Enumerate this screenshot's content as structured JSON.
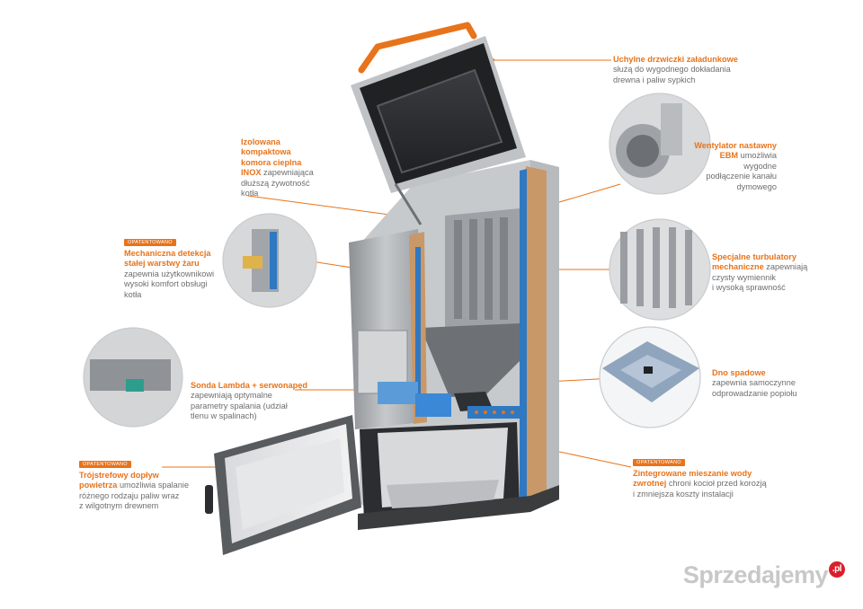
{
  "callouts": {
    "door": {
      "title": "Uchylne drzwiczki załadunkowe",
      "lines": [
        "służą do wygodnego dokładania",
        "drewna i paliw sypkich"
      ]
    },
    "fan": {
      "title_lines": [
        "Wentylator nastawny"
      ],
      "hl": "EBM",
      "rest_lines": [
        "umożliwia wygodne",
        "podłączenie kanału",
        "dymowego"
      ]
    },
    "turb": {
      "title_lines": [
        "Specjalne turbulatory"
      ],
      "hl": "mechaniczne",
      "rest_lines": [
        "zapewniają",
        "czysty wymiennik",
        "i wysoką sprawność"
      ]
    },
    "bottom": {
      "title": "Dno spadowe",
      "lines": [
        "zapewnia samoczynne",
        "odprowadzanie popiołu"
      ]
    },
    "mix": {
      "badge": "OPATENTOWANO",
      "title": "Zintegrowane mieszanie wody",
      "hl": "zwrotnej",
      "rest": "chroni kocioł przed korozją",
      "line3": "i zmniejsza koszty instalacji"
    },
    "chamber": {
      "title_lines": [
        "Izolowana",
        "kompaktowa",
        "komora cieplna"
      ],
      "hl": "INOX",
      "rest_lines": [
        "zapewniająca",
        "dłuższą żywotność",
        "kotła"
      ]
    },
    "mech": {
      "badge": "OPATENTOWANO",
      "title_lines": [
        "Mechaniczna detekcja",
        "stałej warstwy żaru"
      ],
      "lines": [
        "zapewnia użytkownikowi",
        "wysoki komfort obsługi",
        "kotła"
      ]
    },
    "lambda": {
      "title": "Sonda Lambda + serwonapęd",
      "lines": [
        "zapewniają optymalne",
        "parametry spalania (udział",
        "tlenu w spalinach)"
      ]
    },
    "air": {
      "badge": "OPATENTOWANO",
      "title_lines": [
        "Trójstrefowy dopływ"
      ],
      "hl": "powietrza",
      "rest": "umożliwia spalanie",
      "lines": [
        "różnego rodzaju paliw wraz",
        "z wilgotnym drewnem"
      ]
    }
  },
  "watermark": {
    "text": "Sprzedajemy",
    "badge": ".pl"
  },
  "colors": {
    "accent": "#e8731a",
    "steel": "#a9adb1",
    "insulation": "#c99869",
    "water": "#2f78c2",
    "text": "#6e6e6e"
  }
}
